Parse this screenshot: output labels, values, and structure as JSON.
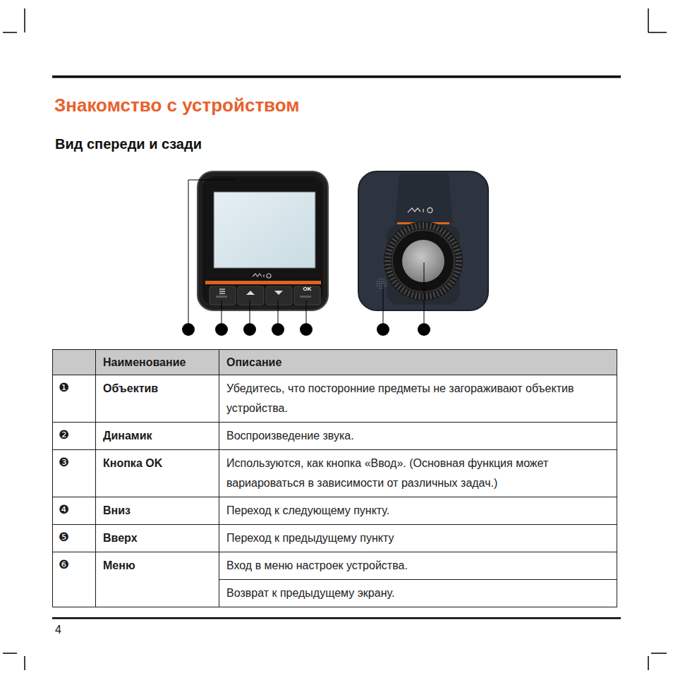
{
  "diagram": {
    "title": "Знакомство с устройством",
    "labels": [
      "Вид спереди и сзади",
      "OK",
      "Наименование",
      "Описание",
      "❶",
      "Объектив",
      "Убедитесь, что посторонние предметы не загораживают объектив устройства.",
      "❷",
      "Динамик",
      "Воспроизведение звука.",
      "❸",
      "Кнопка OK",
      "Используются, как кнопка «Ввод». (Основная функция может вариароваться в зависимости от различных задач.)",
      "❹",
      "Вниз",
      "Переход к следующему пункту.",
      "❺",
      "Вверх",
      "Переход к предыдущему пункту",
      "❻",
      "Меню",
      "Вход в меню настроек устройства.",
      "Возврат к предыдущему экрану.",
      "4"
    ]
  }
}
